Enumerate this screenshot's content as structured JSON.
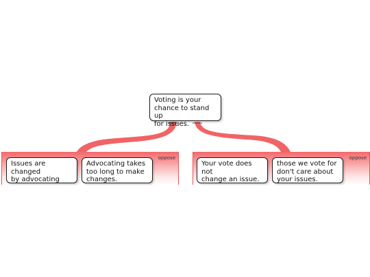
{
  "root": {
    "text": "Voting is your\nchance to stand up\nfor issues."
  },
  "groups": [
    {
      "label": "oppose",
      "items": [
        {
          "text": "Issues are changed\nby advocating"
        },
        {
          "text": "Advocating takes\ntoo long to make\nchanges."
        }
      ]
    },
    {
      "label": "oppose",
      "items": [
        {
          "text": "Your vote does not\nchange an issue."
        },
        {
          "text": "those we vote for\ndon't care about\nyour issues."
        }
      ]
    }
  ],
  "colors": {
    "connector": "#f06466",
    "group_top": "#f4686a",
    "border": "#1a1a1a"
  }
}
